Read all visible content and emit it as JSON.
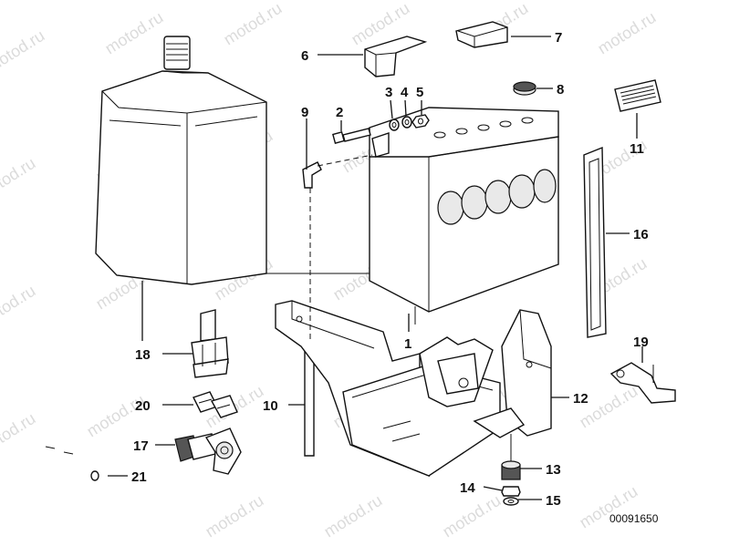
{
  "diagram": {
    "watermark": "motod.ru",
    "code": "00091650",
    "labels": [
      "1",
      "2",
      "3",
      "4",
      "5",
      "6",
      "7",
      "8",
      "9",
      "10",
      "11",
      "12",
      "13",
      "14",
      "15",
      "16",
      "17",
      "18",
      "19",
      "20",
      "21"
    ]
  }
}
